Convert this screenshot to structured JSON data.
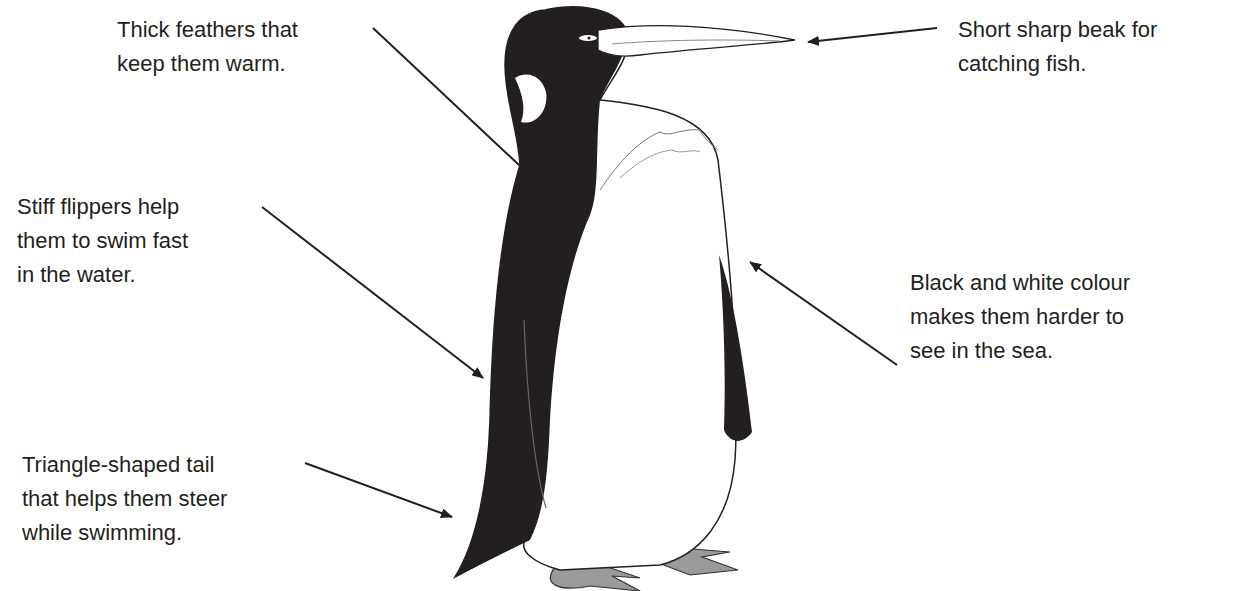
{
  "diagram": {
    "labels": [
      "Thick feathers that keep them warm.",
      "Short sharp beak for catching fish.",
      "Stiff flippers help them to swim fast in the water.",
      "Black and white colour makes them harder to see in the sea.",
      "Triangle-shaped tail that helps them steer while swimming."
    ]
  }
}
